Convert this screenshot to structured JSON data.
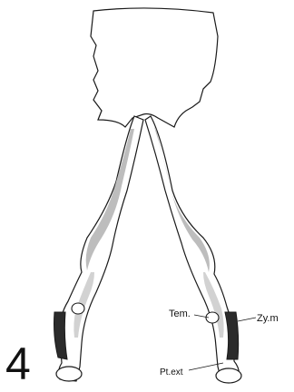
{
  "figure": {
    "number": "4",
    "labels": {
      "temporal": "Tem.",
      "zygomatic": "Zy.m",
      "pterygoid_external": "Pt.ext"
    },
    "colors": {
      "ink": "#1a1a1a",
      "shade": "#bdbdbd",
      "dark": "#2b2b2b",
      "paper": "#ffffff"
    }
  }
}
